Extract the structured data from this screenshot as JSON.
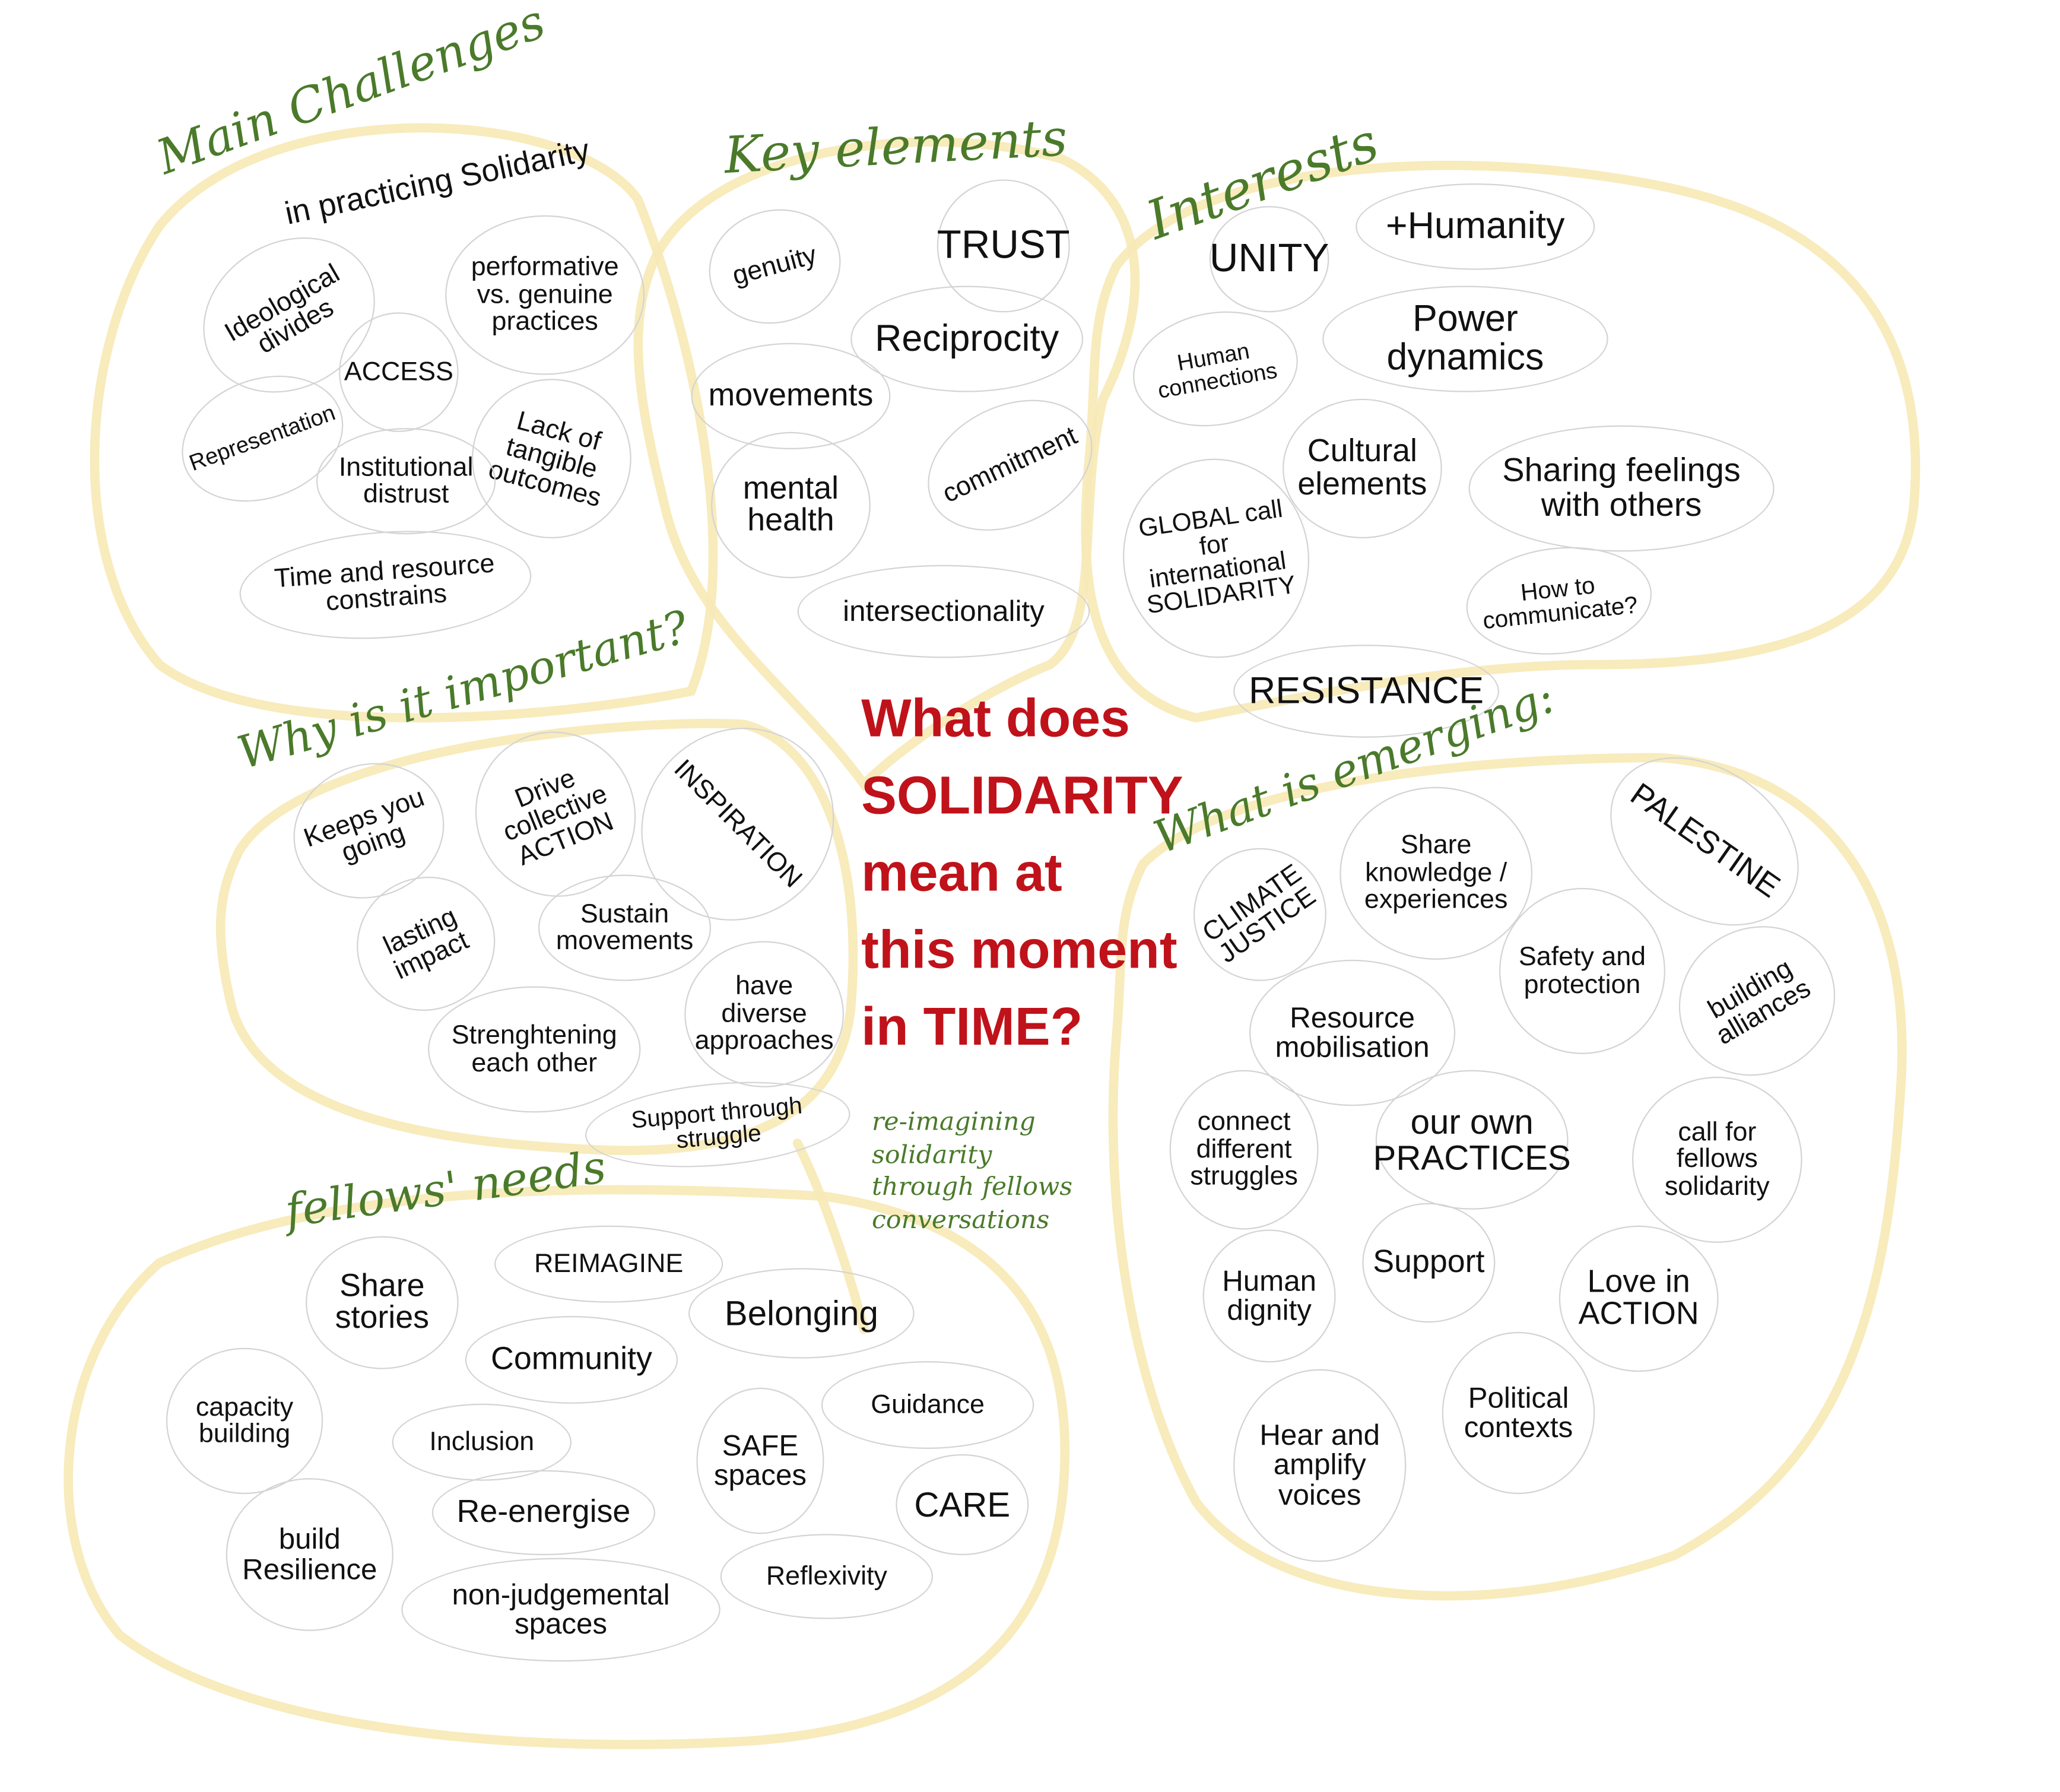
{
  "colors": {
    "title": "#4a7a2a",
    "question": "#c0121a",
    "blob": "#f8eab8",
    "bubble": "#d4d4d4"
  },
  "center": {
    "line1": "What does",
    "line2": "SOLIDARITY",
    "line3": "mean at",
    "line4": "this moment",
    "line5": "in TIME?",
    "subtitle": [
      "re-imagining",
      "solidarity",
      "through fellows",
      "conversations"
    ]
  },
  "main_challenges": {
    "title": "Main Challenges",
    "subtitle": "in practicing Solidarity",
    "items": [
      "Ideological divides",
      "performative vs. genuine practices",
      "ACCESS",
      "Representation",
      "Lack of tangible outcomes",
      "Institutional distrust",
      "Time and resource constrains"
    ]
  },
  "key_elements": {
    "title": "Key elements",
    "items": [
      "genuity",
      "TRUST",
      "Reciprocity",
      "movements",
      "mental health",
      "commitment",
      "intersectionality"
    ]
  },
  "interests": {
    "title": "Interests",
    "items": [
      "UNITY",
      "+Humanity",
      "Human connections",
      "Power dynamics",
      "Cultural elements",
      "Sharing feelings with others",
      "GLOBAL call for international SOLIDARITY",
      "How to communicate?",
      "RESISTANCE"
    ]
  },
  "why_important": {
    "title": "Why is it important?",
    "items": [
      "Keeps you going",
      "Drive collective ACTION",
      "INSPIRATION",
      "lasting impact",
      "Sustain movements",
      "have diverse approaches",
      "Strenghtening each other",
      "Support through struggle"
    ]
  },
  "emerging": {
    "title": "What is emerging:",
    "items": [
      "CLIMATE JUSTICE",
      "Share knowledge / experiences",
      "PALESTINE",
      "Safety and protection",
      "building alliances",
      "Resource mobilisation",
      "connect different struggles",
      "our own PRACTICES",
      "call for fellows solidarity",
      "Human dignity",
      "Support",
      "Love in ACTION",
      "Hear and amplify voices",
      "Political contexts"
    ]
  },
  "fellows_needs": {
    "title": "fellows' needs",
    "items": [
      "Share stories",
      "REIMAGINE",
      "Belonging",
      "Community",
      "capacity building",
      "Inclusion",
      "SAFE spaces",
      "Guidance",
      "CARE",
      "build Resilience",
      "Re-energise",
      "Reflexivity",
      "non-judgemental spaces"
    ]
  }
}
